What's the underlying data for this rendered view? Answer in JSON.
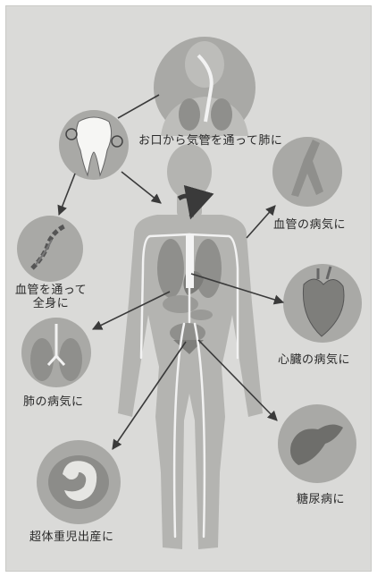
{
  "labels": {
    "mouth_to_lungs": "お口から気管を通って肺に",
    "blood_vessel_disease": "血管の病気に",
    "through_blood_vessels_line1": "血管を通って",
    "through_blood_vessels_line2": "全身に",
    "heart_disease": "心臓の病気に",
    "lung_disease": "肺の病気に",
    "diabetes": "糖尿病に",
    "premature_birth": "超体重児出産に"
  },
  "colors": {
    "background": "#dadad8",
    "circle": "#a9a9a6",
    "body": "#b4b4b1",
    "organ": "#8f8f8c",
    "arrow": "#3a3a3a",
    "vessel": "#f2f2f2"
  }
}
